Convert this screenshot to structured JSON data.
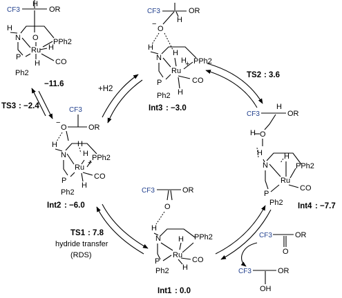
{
  "atoms": {
    "cf3": "CF3",
    "or": "OR",
    "oh": "OH",
    "o": "O",
    "o_minus": "O",
    "minus": "−",
    "h": "H",
    "n": "N",
    "ru": "Ru",
    "plus": "+",
    "co": "CO",
    "p": "P",
    "pph2": "PPh2",
    "ph2": "Ph2"
  },
  "species": {
    "top_left": {
      "value": "−11.6"
    },
    "int3": {
      "name": "Int3",
      "value": ": −3.0"
    },
    "int2": {
      "name": "Int2",
      "value": ": −6.0"
    },
    "int4": {
      "name": "Int4",
      "value": ": −7.7"
    },
    "int1": {
      "name": "Int1",
      "value": ": 0.0"
    }
  },
  "transition_states": {
    "ts1": {
      "name": "TS1",
      "value": ": 7.8",
      "note1": "hydride transfer",
      "note2": "(RDS)"
    },
    "ts2": {
      "name": "TS2",
      "value": ": 3.6"
    },
    "ts3": {
      "name": "TS3",
      "value": ": −2.4"
    }
  },
  "reagents": {
    "h2": "+H2"
  },
  "colors": {
    "cf3": "#1f3e8c",
    "ink": "#000000"
  }
}
